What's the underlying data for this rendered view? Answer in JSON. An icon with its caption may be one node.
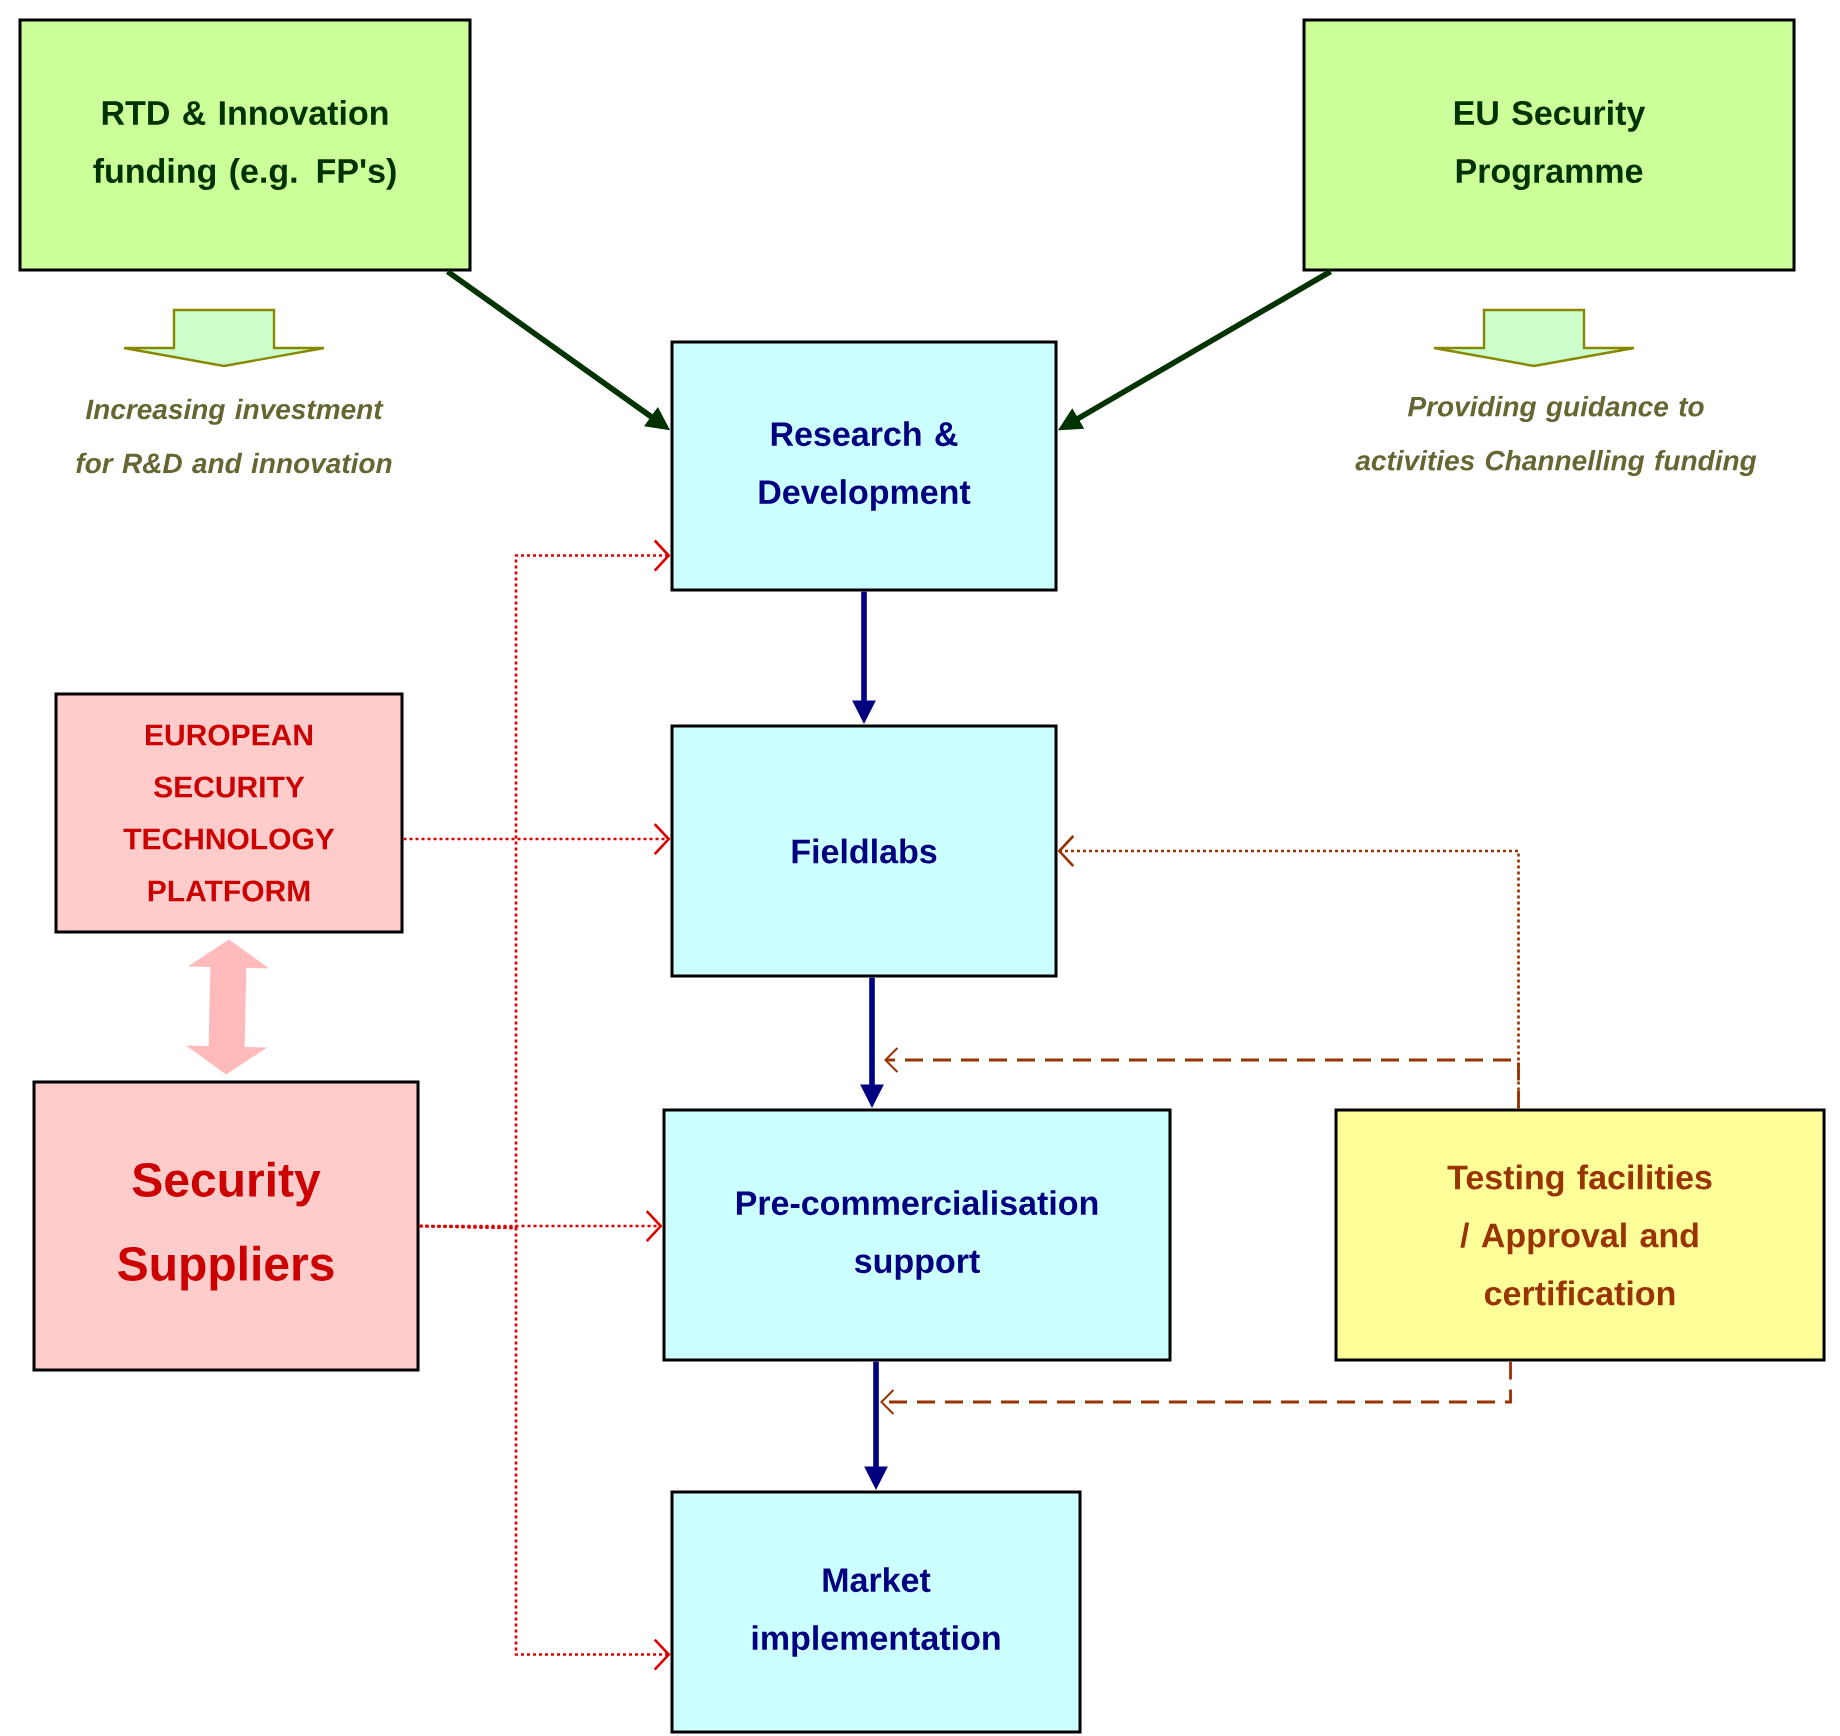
{
  "diagram": {
    "nodes": [
      {
        "text": [
          "RTD & Innovation funding (e.g.  FP's)"
        ]
      },
      {
        "text": [
          "EU Security Programme"
        ]
      },
      {
        "text": [
          "Research & Development"
        ]
      },
      {
        "text": [
          "EUROPEAN SECURITY TECHNOLOGY PLATFORM"
        ]
      },
      {
        "text": [
          "Fieldlabs"
        ]
      },
      {
        "text": [
          "Security Suppliers"
        ]
      },
      {
        "text": [
          "Pre-commercialisation support"
        ]
      },
      {
        "text": [
          "Testing facilities / Approval and certification"
        ]
      },
      {
        "text": [
          "Market implementation"
        ]
      }
    ],
    "edges": [
      {
        "from": 0,
        "to": 2,
        "arrow": "to",
        "color": "#003300"
      },
      {
        "from": 1,
        "to": 2,
        "arrow": "to",
        "color": "#003300"
      },
      {
        "from": 2,
        "to": 4,
        "arrow": "to",
        "color": "#000080"
      },
      {
        "from": 4,
        "to": 6,
        "arrow": "to",
        "color": "#000080"
      },
      {
        "from": 6,
        "to": 8,
        "arrow": "to",
        "color": "#000080"
      },
      {
        "from": 3,
        "to": 5,
        "arrow": "both",
        "style": "thick",
        "color": "#ffbbbb"
      },
      {
        "from": 3,
        "to": 4,
        "arrow": "to",
        "style": "dashed",
        "color": "#dd0000"
      },
      {
        "from": 5,
        "to": 2,
        "arrow": "to",
        "style": "dashed",
        "color": "#dd0000"
      },
      {
        "from": 5,
        "to": 6,
        "arrow": "to",
        "style": "dashed",
        "color": "#dd0000"
      },
      {
        "from": 5,
        "to": 8,
        "arrow": "to",
        "style": "dashed",
        "color": "#dd0000"
      },
      {
        "from": 7,
        "to": 4,
        "arrow": "to",
        "style": "dashed",
        "color": "#993300"
      },
      {
        "from": 7,
        "to": null,
        "arrow": "to",
        "style": "dashed",
        "color": "#993300"
      },
      {
        "from": 7,
        "to": null,
        "arrow": "to",
        "style": "dashed",
        "color": "#993300"
      }
    ],
    "labels": [
      "Increasing investment for R&D and innovation",
      "Providing guidance to activities Channelling funding"
    ]
  }
}
